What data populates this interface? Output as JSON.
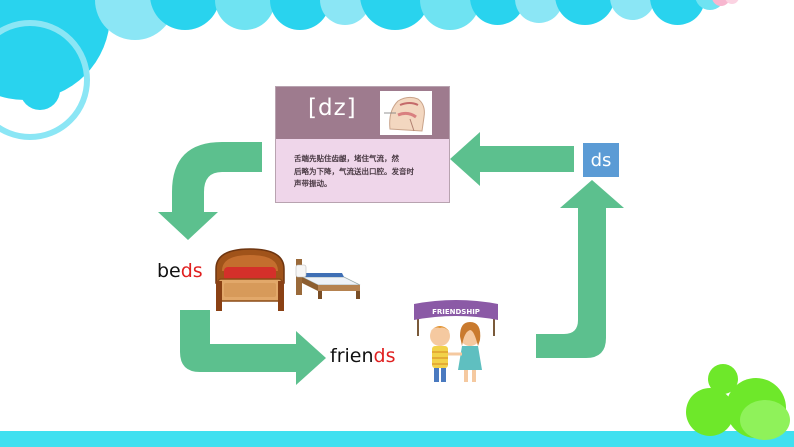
{
  "card": {
    "phonetic": "[dz]",
    "description_lines": [
      "舌端先贴住齿龈，堵住气流，然",
      "后略为下降，气流送出口腔。发音时",
      "声带振动。"
    ],
    "header_color": "#9e7b8e",
    "body_color": "#efd6ea"
  },
  "ds_box": {
    "label": "ds",
    "color": "#5b9bd5"
  },
  "words": {
    "beds": {
      "prefix": "be",
      "suffix": "ds"
    },
    "friends": {
      "prefix": "frien",
      "suffix": "ds"
    }
  },
  "friendship_banner": {
    "text": "FRIENDSHIP"
  },
  "colors": {
    "arrow": "#5cc08e",
    "highlight": "#e02020",
    "bubble_cyan": "#29d3ee",
    "bubble_green": "#6ee82a",
    "bottom_bar": "#40e0f0"
  },
  "icons": [
    "mouth-diagram-icon",
    "double-bed-icon",
    "single-bed-icon",
    "friends-illustration-icon"
  ]
}
